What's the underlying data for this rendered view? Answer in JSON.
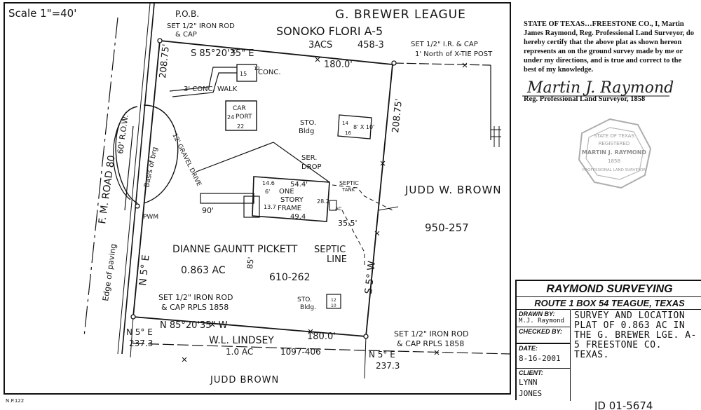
{
  "scale": "Scale 1\"=40'",
  "north_owner": "G. BREWER LEAGUE",
  "survey": "SONOKO FLORI A-5",
  "north_deed": "3ACS",
  "north_deed_ref": "458-3",
  "pob": "P.O.B.",
  "pob_note1": "SET 1/2\" IRON ROD",
  "pob_note2": "& CAP",
  "ne_note1": "SET 1/2\" I.R. & CAP",
  "ne_note2": "1' North of X-TIE POST",
  "north_bearing": "S 85°20'35\" E",
  "north_dist": "180.0'",
  "west_dist": "208.75'",
  "east_dist": "208.75'",
  "road1": "F. M. ROAD 80",
  "road2": "60' R.O.W.",
  "road3": "Edge of paving",
  "conc": "CONC.",
  "walk": "3' CONC. WALK",
  "porch_dim1": "15",
  "porch_dim2": "12",
  "carport1": "CAR",
  "carport2": "PORT",
  "carport_dim1": "24",
  "carport_dim2": "22",
  "stobldg1": "STO.",
  "stobldg2": "Bldg",
  "stobldg_dim": "8' X 10'",
  "stobldg_n1": "14",
  "stobldg_n2": "16",
  "base_drive1": "Basis of brg",
  "base_drive2": "12' GRAVEL DRIVE",
  "ser_drop1": "SER.",
  "ser_drop2": "DROP",
  "house1": "ONE",
  "house2": "STORY",
  "house3": "FRAME",
  "house_dim_top": "54.4'",
  "house_dim_bot": "49.4",
  "house_left1": "14.6",
  "house_left2": "6'",
  "house_left3": "13.7",
  "house_right": "28.2",
  "ac": "AC",
  "septic_tank1": "SEPTIC",
  "septic_tank2": "TANK",
  "dim_90": "90'",
  "dim_355": "35.5'",
  "dim_85": "85'",
  "pwm": "PWM",
  "east_owner": "JUDD W. BROWN",
  "east_deed": "950-257",
  "tract_owner": "DIANNE GAUNTT PICKETT",
  "tract_acres": "0.863 AC",
  "tract_deed": "610-262",
  "septic_line1": "SEPTIC",
  "septic_line2": "LINE",
  "east_bearing": "S 5° W",
  "west_bearing": "N 5° E",
  "sw_note1": "SET 1/2\" IRON ROD",
  "sw_note2": "& CAP RPLS 1858",
  "sto_small1": "STO.",
  "sto_small2": "Bldg.",
  "sto_small_dim1": "12",
  "sto_small_dim2": "10",
  "south_bearing": "N 85°20'35\" W",
  "south_dist": "180.0'",
  "south_owner": "W.L. LINDSEY",
  "south_acres": "1.0 AC",
  "south_deed": "1097-406",
  "se_note1": "SET 1/2\" IRON ROD",
  "se_note2": "& CAP RPLS 1858",
  "sw_tie_bearing": "N 5° E",
  "sw_tie_dist": "237.3",
  "se_tie_bearing": "N 5° E",
  "se_tie_dist": "237.3",
  "bottom_owner": "JUDD BROWN",
  "corner_code": "N.P.122",
  "job_no": "JD 01-5674",
  "cert_text": "STATE OF TEXAS…FREESTONE CO., I, Martin James Raymond, Reg. Professional Land Surveyor, do hereby certify that the above plat as shown hereon represents an on the ground survey made by me or under my directions, and is true and correct to the best of my knowledge.",
  "signature": "Martin J. Raymond",
  "sig_label": "Reg. Professional Land Surveyor, 1858",
  "seal_top": "STATE OF TEXAS",
  "seal_reg": "REGISTERED",
  "seal_name": "MARTIN J. RAYMOND",
  "seal_num": "1858",
  "seal_bottom": "PROFESSIONAL LAND SURVEYOR",
  "title_block": {
    "company": "RAYMOND SURVEYING",
    "address": "ROUTE 1 BOX 54 TEAGUE, TEXAS",
    "drawn_label": "DRAWN BY:",
    "drawn_value": "M.J. Raymond",
    "checked_label": "CHECKED BY:",
    "checked_value": "",
    "date_label": "DATE:",
    "date_value": "8-16-2001",
    "client_label": "CLIENT:",
    "client_value1": "LYNN",
    "client_value2": "JONES",
    "description": "SURVEY AND LOCATION PLAT OF 0.863 AC IN THE G. BREWER LGE. A-5 FREESTONE CO. TEXAS."
  }
}
